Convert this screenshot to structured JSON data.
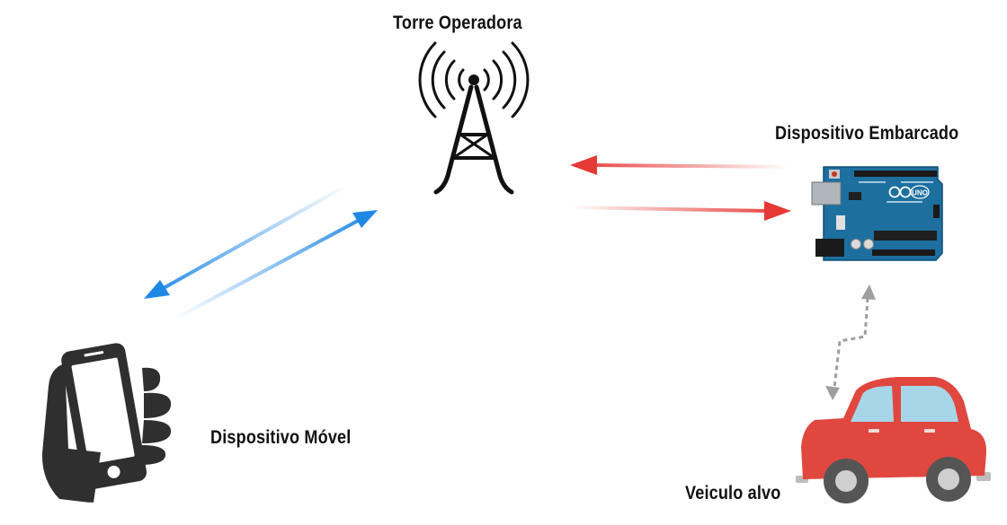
{
  "nodes": {
    "tower": {
      "label": "Torre Operadora",
      "icon": "cell-tower-icon"
    },
    "board": {
      "label": "Dispositivo Embarcado",
      "icon": "arduino-uno-board-icon"
    },
    "mobile": {
      "label": "Dispositivo Móvel",
      "icon": "smartphone-in-hand-icon"
    },
    "vehicle": {
      "label": "Veiculo alvo",
      "icon": "red-car-icon"
    }
  },
  "board_text": {
    "brand": "UNO"
  },
  "links": [
    {
      "from": "mobile",
      "to": "tower",
      "color": "#1e88e5",
      "style": "solid",
      "direction": "both"
    },
    {
      "from": "tower",
      "to": "board",
      "color": "#e53935",
      "style": "solid",
      "direction": "both"
    },
    {
      "from": "board",
      "to": "vehicle",
      "color": "#9e9e9e",
      "style": "dashed",
      "direction": "both"
    }
  ]
}
